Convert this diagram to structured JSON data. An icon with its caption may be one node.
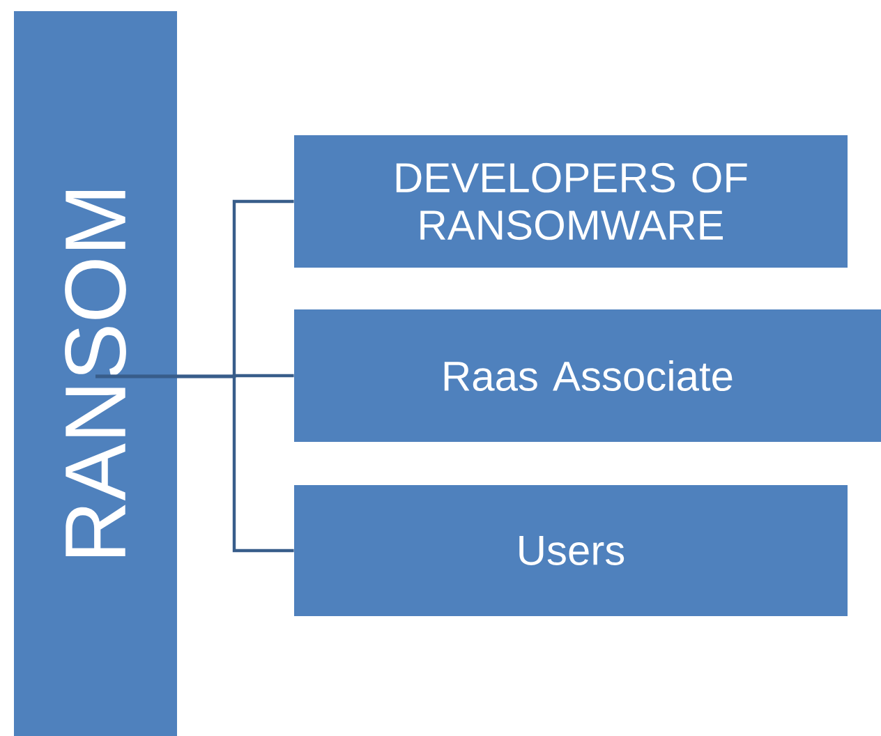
{
  "diagram": {
    "nodes": [
      {
        "text": [
          "RANSOM"
        ]
      },
      {
        "text": [
          "DEVELOPERS OF RANSOMWARE"
        ]
      },
      {
        "text": [
          "Raas Associate"
        ]
      },
      {
        "text": [
          "Users"
        ]
      }
    ],
    "edges": [
      {
        "from": 0,
        "to": 1,
        "arrow": "none"
      },
      {
        "from": 0,
        "to": 2,
        "arrow": "none"
      },
      {
        "from": 0,
        "to": 3,
        "arrow": "none"
      }
    ]
  }
}
